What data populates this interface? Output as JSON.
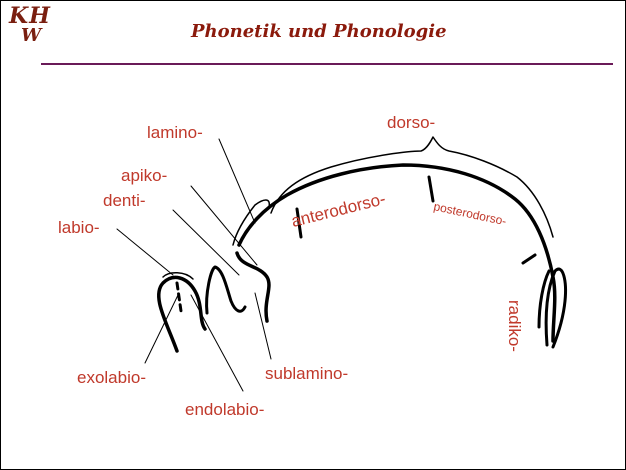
{
  "header": {
    "logo_line1": "KH",
    "logo_line2": "W",
    "title": "Phonetik und Phonologie"
  },
  "labels": {
    "lamino": "lamino-",
    "dorso": "dorso-",
    "apiko": "apiko-",
    "denti": "denti-",
    "labio": "labio-",
    "anterodorso": "anterodorso-",
    "posterodorso": "posterodorso-",
    "radiko": "radiko-",
    "exolabio": "exolabio-",
    "sublamino": "sublamino-",
    "endolabio": "endolabio-"
  },
  "colors": {
    "label": "#c0392b",
    "title": "#8b1a0c",
    "rule": "#6a1a58"
  }
}
